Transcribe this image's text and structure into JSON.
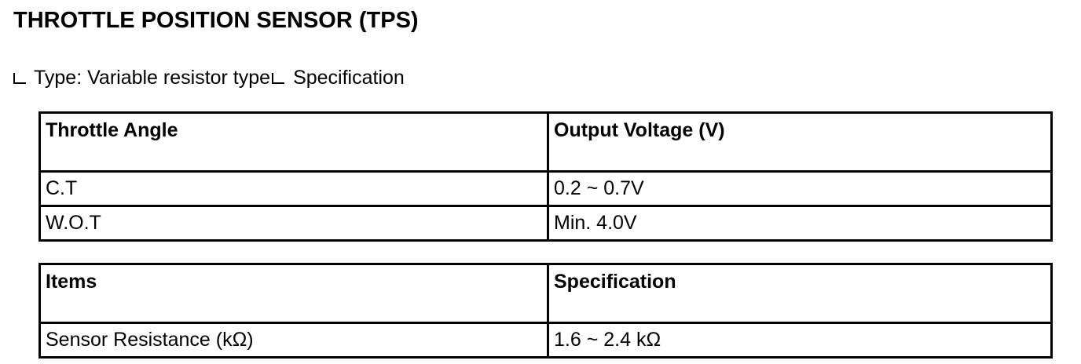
{
  "title": "THROTTLE POSITION SENSOR (TPS)",
  "type_line": {
    "type_text": "Type: Variable resistor type",
    "spec_text": "Specification"
  },
  "voltage_table": {
    "headers": [
      "Throttle Angle",
      "Output Voltage (V)"
    ],
    "rows": [
      [
        "C.T",
        "0.2 ~ 0.7V"
      ],
      [
        "W.O.T",
        "Min. 4.0V"
      ]
    ]
  },
  "resistance_table": {
    "headers": [
      "Items",
      "Specification"
    ],
    "rows": [
      [
        "Sensor Resistance (kΩ)",
        "1.6 ~ 2.4 kΩ"
      ]
    ]
  }
}
